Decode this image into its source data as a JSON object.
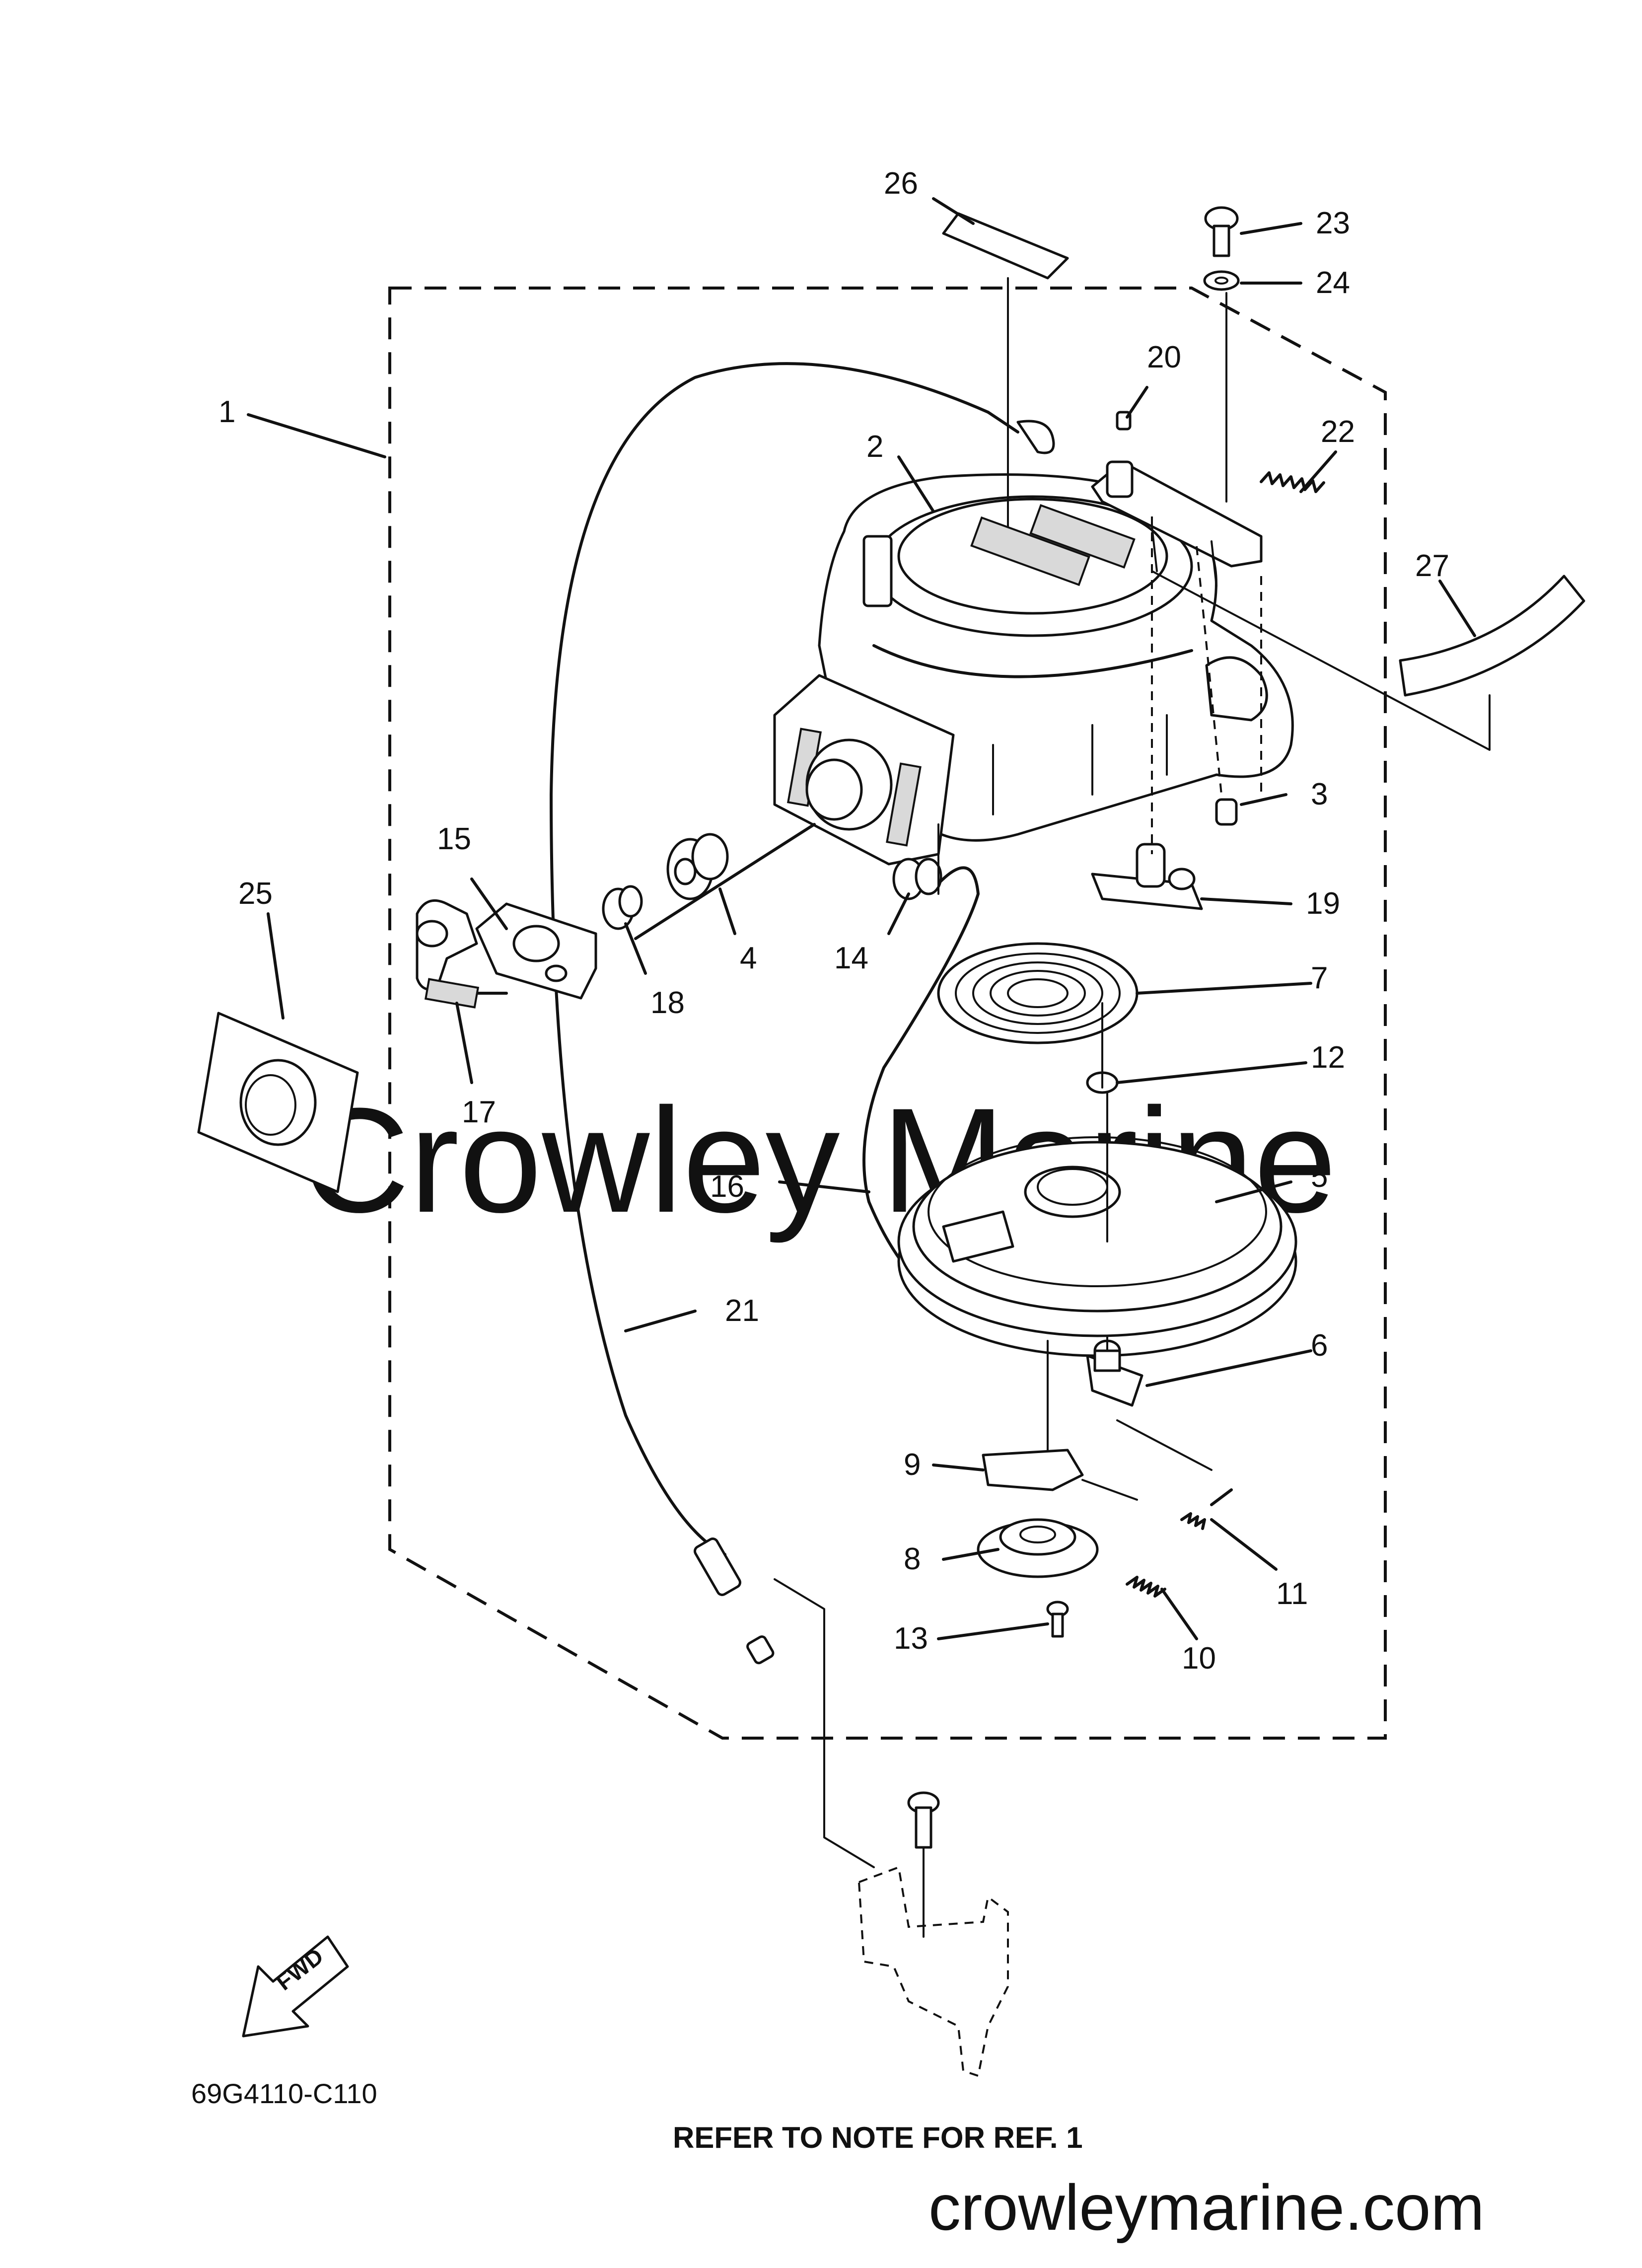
{
  "diagram": {
    "watermark": "Crowley Marine",
    "drawing_code": "69G4110-C110",
    "note": "REFER TO NOTE FOR REF. 1",
    "website": "crowleymarine.com",
    "fwd_label": "FWD",
    "callouts": [
      "1",
      "2",
      "3",
      "4",
      "5",
      "6",
      "7",
      "8",
      "9",
      "10",
      "11",
      "12",
      "13",
      "14",
      "15",
      "16",
      "17",
      "18",
      "19",
      "20",
      "21",
      "22",
      "23",
      "24",
      "25",
      "26",
      "27"
    ]
  }
}
